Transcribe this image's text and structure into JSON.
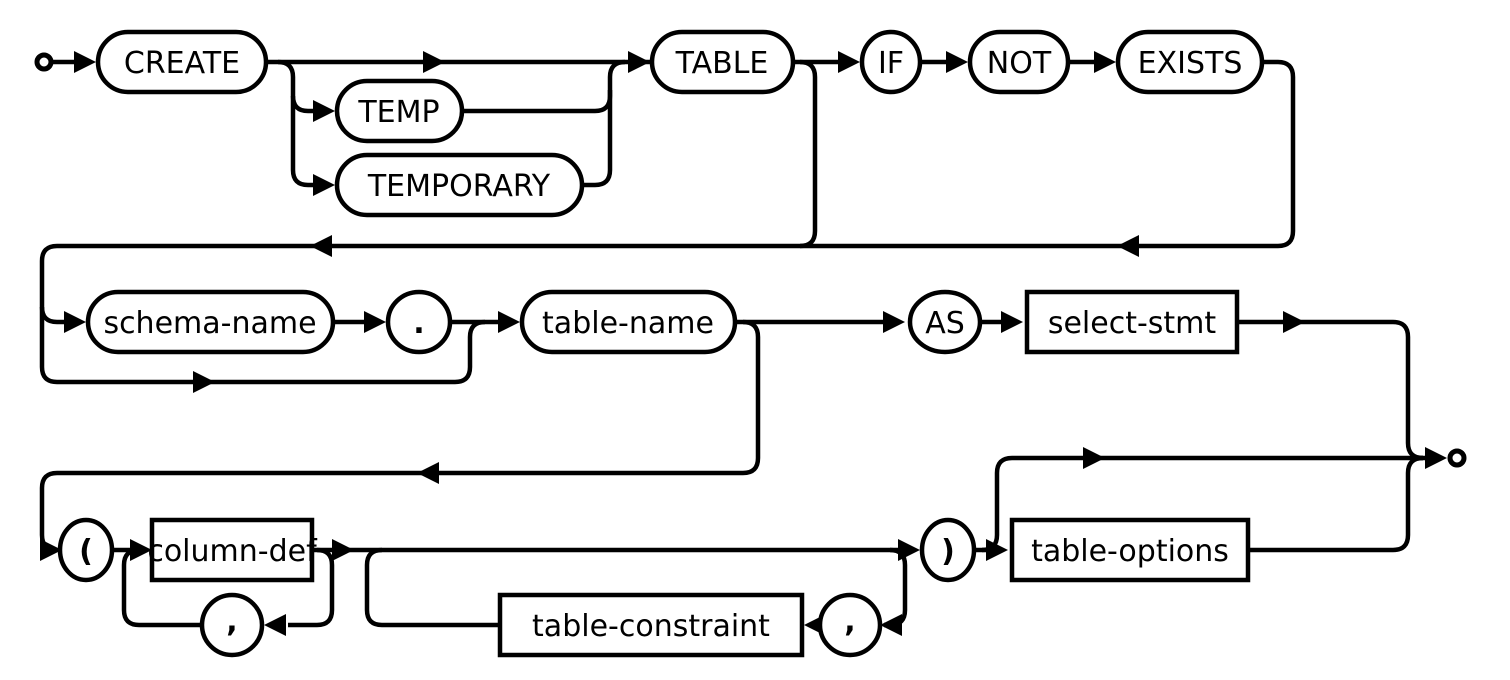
{
  "diagram": {
    "kind": "railroad-syntax-diagram",
    "statement": "create-table-stmt",
    "colors": {
      "line": "#000000",
      "background": "#ffffff",
      "node_fill": "#ffffff"
    },
    "nodes": {
      "create": "CREATE",
      "temp": "TEMP",
      "temporary": "TEMPORARY",
      "table": "TABLE",
      "if_kw": "IF",
      "not_kw": "NOT",
      "exists_kw": "EXISTS",
      "schema_name": "schema-name",
      "dot": ".",
      "table_name": "table-name",
      "as_kw": "AS",
      "select_stmt": "select-stmt",
      "lparen": "(",
      "column_def": "column-def",
      "comma_column": ",",
      "table_constraint": "table-constraint",
      "comma_constraint": ",",
      "rparen": ")",
      "table_options": "table-options"
    }
  }
}
